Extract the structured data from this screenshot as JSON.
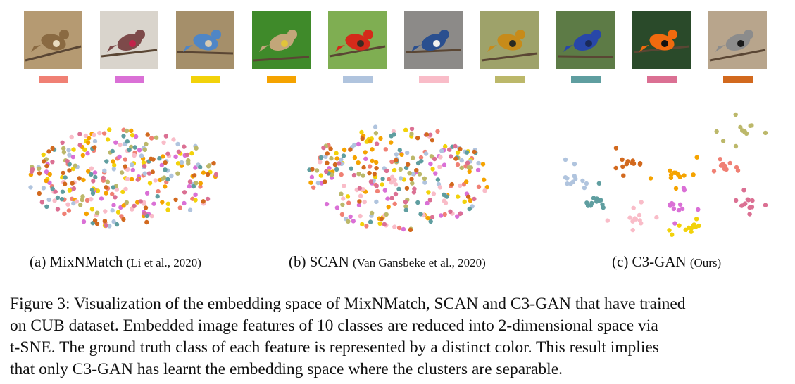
{
  "class_images": [
    {
      "icon": "sparrow-photo",
      "bird": "#8a6a42",
      "bg": "#b59a72",
      "accent": "#e9dcc0"
    },
    {
      "icon": "hummingbird-photo",
      "bird": "#7d4a4a",
      "bg": "#d9d4cc",
      "accent": "#c2224a"
    },
    {
      "icon": "scrub-jay-photo",
      "bird": "#4f86c6",
      "bg": "#a58f6a",
      "accent": "#d7cbb4"
    },
    {
      "icon": "waxwing-photo",
      "bird": "#c2a679",
      "bg": "#3f8a2a",
      "accent": "#e0c43a"
    },
    {
      "icon": "vermilion-flycatcher-photo",
      "bird": "#d42a1a",
      "bg": "#7fae52",
      "accent": "#3a2a22"
    },
    {
      "icon": "kingfisher-photo",
      "bird": "#2a4f8f",
      "bg": "#8c8a88",
      "accent": "#f3f2ee"
    },
    {
      "icon": "oriole-photo",
      "bird": "#c78b1a",
      "bg": "#9ea26a",
      "accent": "#2a2a22"
    },
    {
      "icon": "indigo-bunting-photo",
      "bird": "#2847a8",
      "bg": "#5d7b46",
      "accent": "#1a2a5a"
    },
    {
      "icon": "baltimore-oriole-photo",
      "bird": "#f06a0e",
      "bg": "#2a4a2a",
      "accent": "#111111"
    },
    {
      "icon": "nutcracker-photo",
      "bird": "#8c8c8c",
      "bg": "#b8a58c",
      "accent": "#1a1a1a"
    }
  ],
  "class_colors": [
    "#f08074",
    "#da70d6",
    "#f2d20a",
    "#f5a300",
    "#b0c4de",
    "#f9bcc8",
    "#bcb86a",
    "#5f9ea0",
    "#db7093",
    "#d2691e"
  ],
  "panels": [
    {
      "label": "(a) MixNMatch",
      "citation": "(Li et al., 2020)",
      "clustered": false,
      "seed": 11,
      "spread": [
        135,
        70
      ],
      "points_per_class": 30
    },
    {
      "label": "(b) SCAN",
      "citation": "(Van Gansbeke et al., 2020)",
      "clustered": false,
      "seed": 29,
      "spread": [
        130,
        75
      ],
      "points_per_class": 28
    },
    {
      "label": "(c) C3-GAN",
      "citation": "(Ours)",
      "clustered": true,
      "seed": 47,
      "points_per_class": 12
    }
  ],
  "caption": [
    "Figure 3: Visualization of the embedding space of MixNMatch, SCAN and C3-GAN that have trained",
    "on CUB dataset. Embedded image features of 10 classes are reduced into 2-dimensional space via",
    "t-SNE. The ground truth class of each feature is represented by a distinct color. This result implies",
    "that only C3-GAN has learnt the embedding space where the clusters are separable."
  ]
}
